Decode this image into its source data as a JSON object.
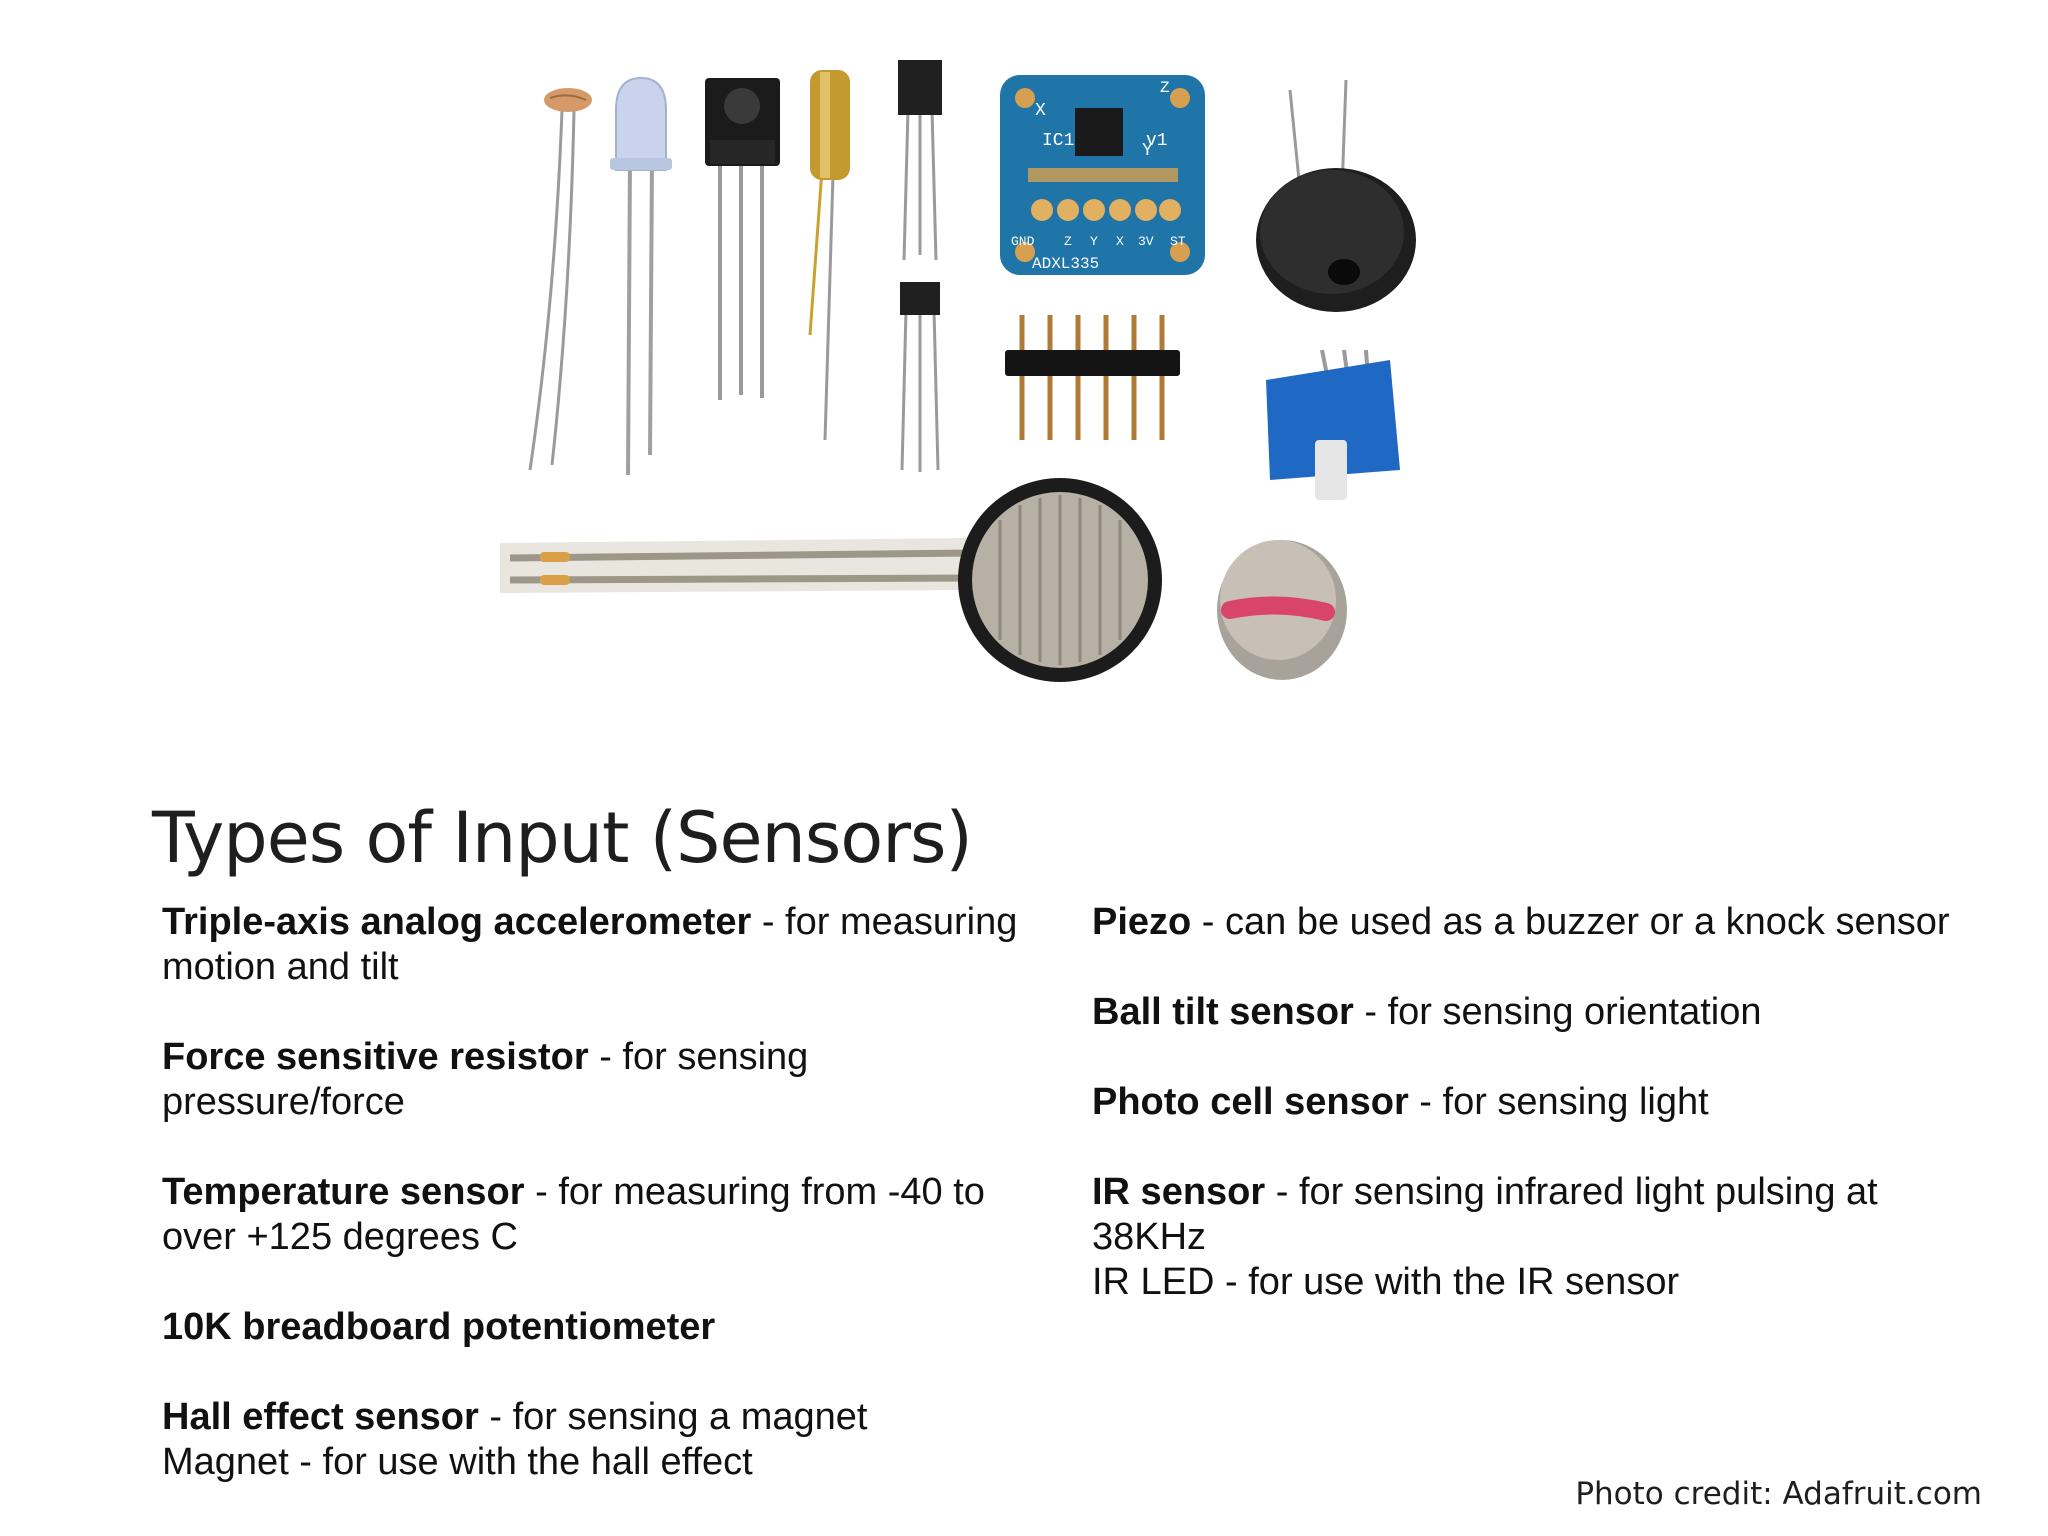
{
  "title": "Types of Input (Sensors)",
  "left_column": [
    {
      "term": "Triple-axis analog accelerometer",
      "desc": " - for measuring motion and tilt"
    },
    {
      "term": "Force sensitive resistor",
      "desc": " - for sensing pressure/force"
    },
    {
      "term": "Temperature sensor",
      "desc": " - for measuring from -40 to over +125 degrees C"
    },
    {
      "term": "10K breadboard potentiometer",
      "desc": ""
    },
    {
      "term": "Hall effect sensor",
      "desc": " - for sensing a magnet",
      "extra": "Magnet - for use with the hall effect"
    }
  ],
  "right_column": [
    {
      "term": "Piezo",
      "desc": " - can be used as a buzzer or a knock sensor"
    },
    {
      "term": "Ball tilt sensor",
      "desc": " - for sensing orientation"
    },
    {
      "term": "Photo cell sensor",
      "desc": " - for sensing light"
    },
    {
      "term": "IR sensor",
      "desc": " - for sensing infrared light pulsing at 38KHz",
      "extra": "IR LED - for use with the IR sensor"
    }
  ],
  "photo": {
    "board_marks": {
      "chip": "IC1",
      "model": "ADXL335",
      "version": "v1",
      "pins": [
        "GND",
        "Z",
        "Y",
        "X",
        "3V",
        "ST"
      ],
      "axis_x": "X",
      "axis_y": "Y",
      "axis_z": "Z"
    }
  },
  "credit": "Photo credit: Adafruit.com"
}
